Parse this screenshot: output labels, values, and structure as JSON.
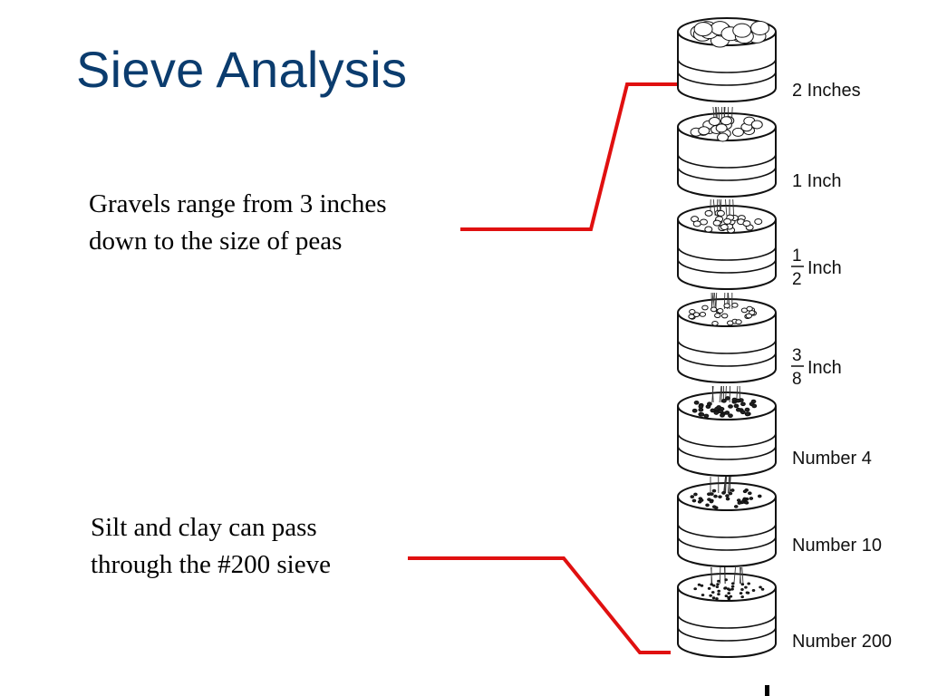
{
  "title": "Sieve Analysis",
  "notes": {
    "gravel": [
      "Gravels range from 3 inches",
      "down to the size of peas"
    ],
    "silt": [
      "Silt and clay can pass",
      "through the #200 sieve"
    ]
  },
  "sieves": [
    {
      "label": "2 Inches"
    },
    {
      "label": "1 Inch"
    },
    {
      "num": "1",
      "den": "2",
      "unit": "Inch"
    },
    {
      "num": "3",
      "den": "8",
      "unit": "Inch"
    },
    {
      "label": "Number 4"
    },
    {
      "label": "Number 10"
    },
    {
      "label": "Number 200"
    }
  ],
  "colors": {
    "title": "#0b3c6e",
    "leader": "#e01010"
  }
}
